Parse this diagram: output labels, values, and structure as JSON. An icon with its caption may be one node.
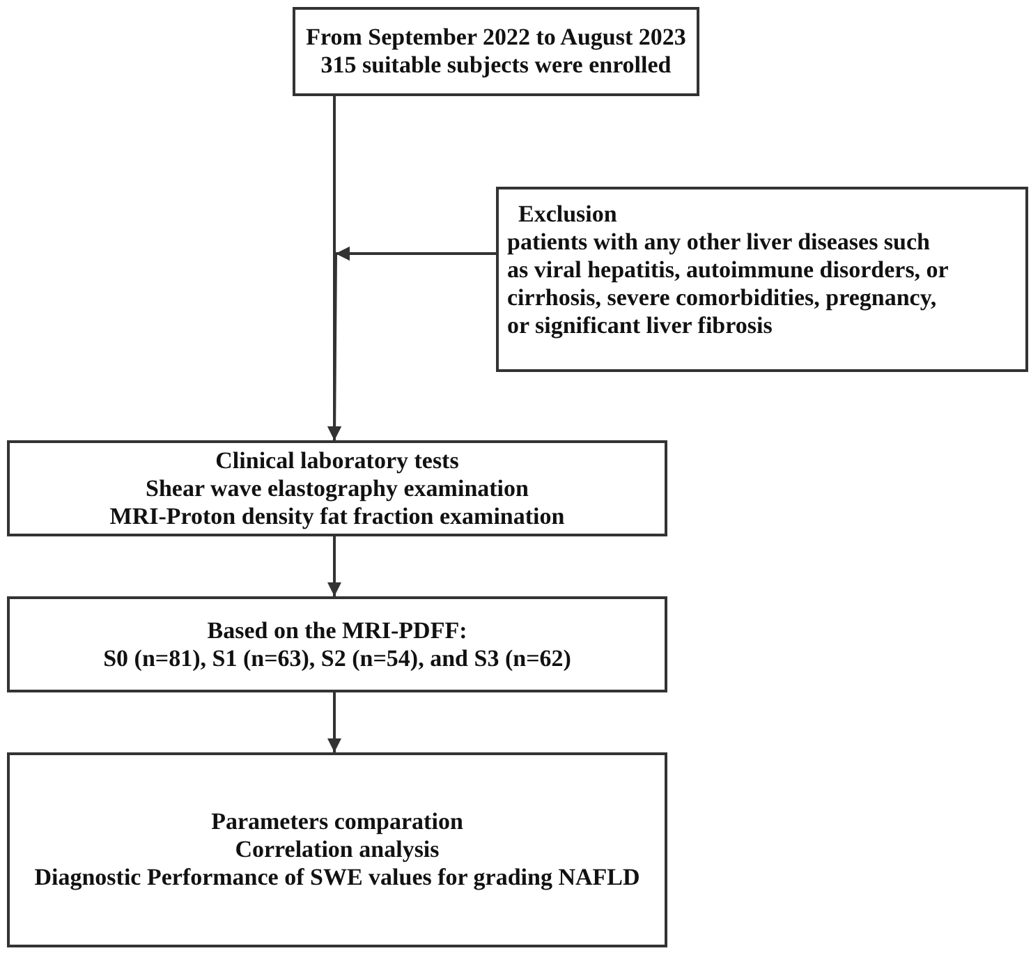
{
  "diagram": {
    "nodes": [
      {
        "text": [
          "From September 2022 to August 2023",
          "315 suitable subjects were enrolled"
        ]
      },
      {
        "text": [
          "Exclusion",
          "patients with any other liver diseases such as viral hepatitis, autoimmune disorders, or cirrhosis, severe comorbidities, pregnancy, or significant liver fibrosis"
        ]
      },
      {
        "text": [
          "Clinical laboratory tests",
          "Shear wave elastography examination",
          "MRI-Proton density fat fraction examination"
        ]
      },
      {
        "text": [
          "Based on the MRI-PDFF:",
          "S0 (n=81), S1 (n=63), S2 (n=54), and S3 (n=62)"
        ]
      },
      {
        "text": [
          "Parameters comparation",
          "Correlation analysis",
          "Diagnostic Performance of SWE values for grading NAFLD"
        ]
      }
    ],
    "edges": [
      {
        "from": 0,
        "to": 2,
        "arrow": "to"
      },
      {
        "from": 1,
        "to": 2,
        "arrow": "to"
      },
      {
        "from": 2,
        "to": 3,
        "arrow": "to"
      },
      {
        "from": 3,
        "to": 4,
        "arrow": "to"
      }
    ]
  }
}
